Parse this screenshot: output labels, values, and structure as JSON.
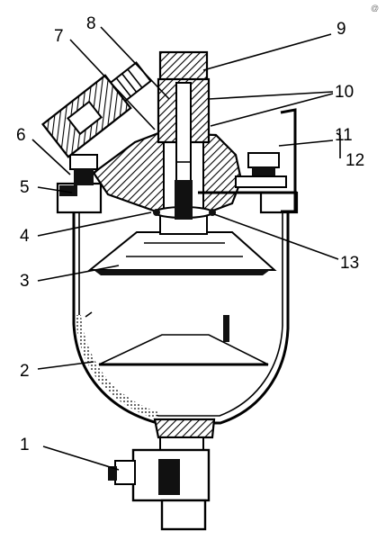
{
  "watermark": "@",
  "callouts": [
    {
      "id": "1",
      "text": "1"
    },
    {
      "id": "2",
      "text": "2"
    },
    {
      "id": "3",
      "text": "3"
    },
    {
      "id": "4",
      "text": "4"
    },
    {
      "id": "5",
      "text": "5"
    },
    {
      "id": "6",
      "text": "6"
    },
    {
      "id": "7",
      "text": "7"
    },
    {
      "id": "8",
      "text": "8"
    },
    {
      "id": "9",
      "text": "9"
    },
    {
      "id": "10",
      "text": "10"
    },
    {
      "id": "11",
      "text": "11"
    },
    {
      "id": "12",
      "text": "12"
    },
    {
      "id": "13",
      "text": "13"
    }
  ]
}
